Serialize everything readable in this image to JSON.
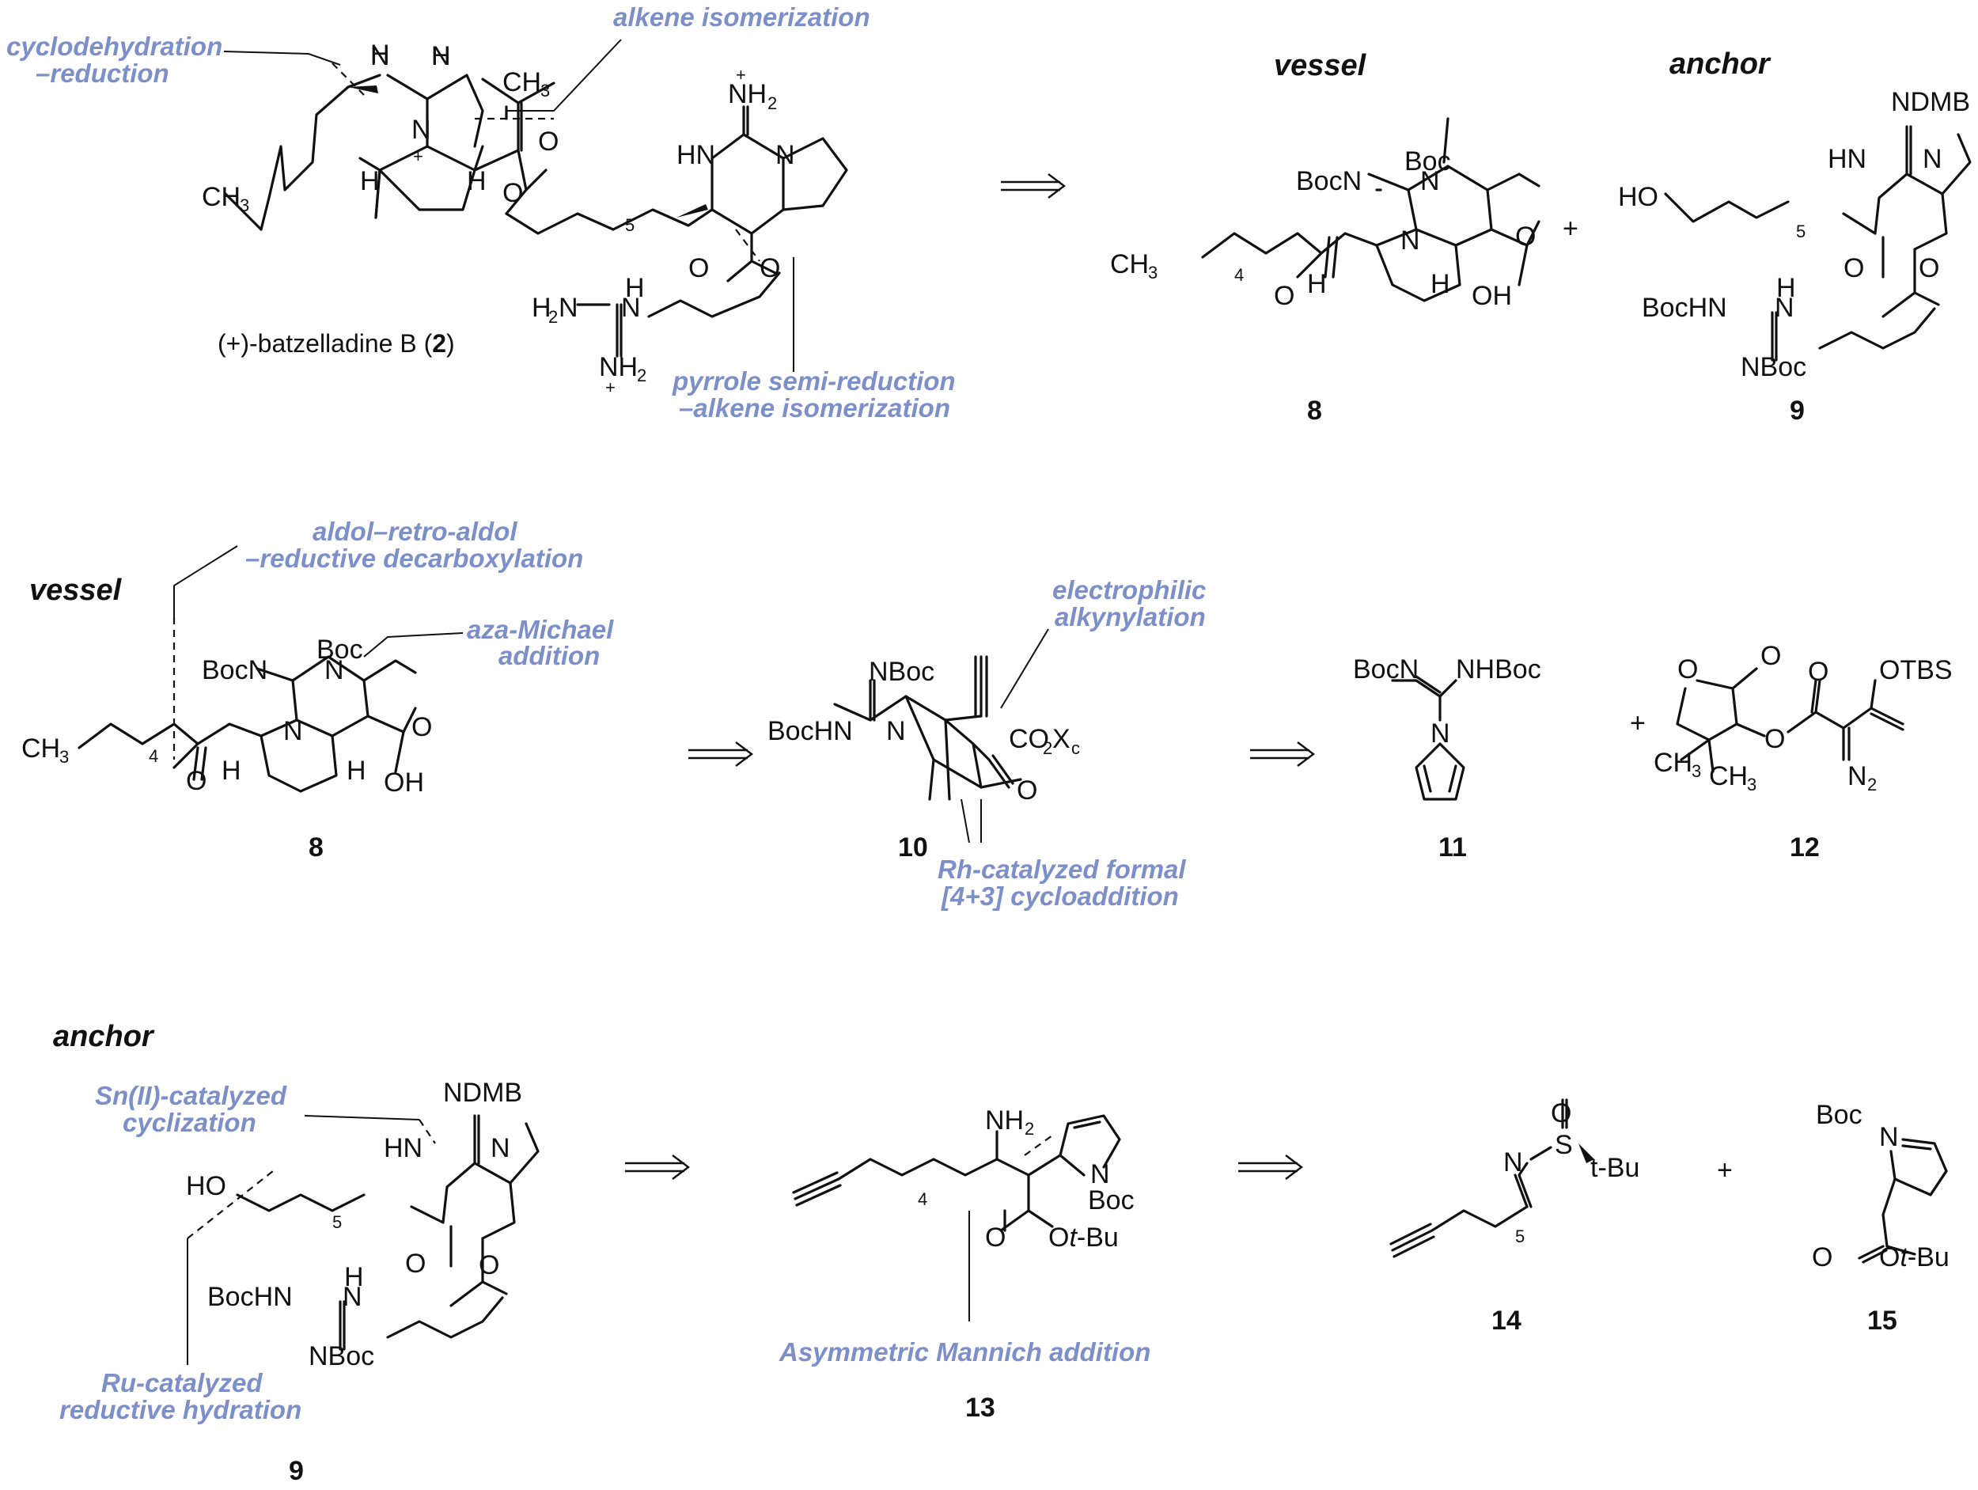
{
  "headers": {
    "vessel": "vessel",
    "anchor": "anchor"
  },
  "natural_product": {
    "name": "(+)-batzelladine B (",
    "number": "2",
    "close": ")"
  },
  "compounds": {
    "c8": "8",
    "c9": "9",
    "c10": "10",
    "c11": "11",
    "c12": "12",
    "c13": "13",
    "c14": "14",
    "c15": "15"
  },
  "annotations": {
    "cyclodehydration": [
      "cyclodehydration",
      "–reduction"
    ],
    "alkene_isomerization": "alkene isomerization",
    "pyrrole": [
      "pyrrole semi-reduction",
      "–alkene isomerization"
    ],
    "aldol": [
      "aldol–retro-aldol",
      "–reductive decarboxylation"
    ],
    "aza_michael": [
      "aza-Michael",
      "addition"
    ],
    "electrophilic": [
      "electrophilic",
      "alkynylation"
    ],
    "rh_catalyzed": [
      "Rh-catalyzed formal",
      "[4+3] cycloaddition"
    ],
    "sn_catalyzed": [
      "Sn(II)-catalyzed",
      "cyclization"
    ],
    "ru_catalyzed": [
      "Ru-catalyzed",
      "reductive hydration"
    ],
    "mannich": "Asymmetric Mannich addition"
  },
  "plus": "+",
  "colors": {
    "annotation": "#7d8fc8",
    "ink": "#111111",
    "background": "#ffffff"
  },
  "atoms": {
    "H": "H",
    "N": "N",
    "NH": "NH",
    "HN": "HN",
    "CH3": "CH",
    "three": "3",
    "two": "2",
    "O": "O",
    "OH": "OH",
    "HO": "HO",
    "NH2": "NH",
    "H2N": "H",
    "BocN": "BocN",
    "Boc": "Boc",
    "NBoc": "NBoc",
    "BocHN": "BocHN",
    "NHBoc": "NHBoc",
    "NDMB": "NDMB",
    "CO2Xc": "CO",
    "c": "c",
    "OTBS": "OTBS",
    "S": "S",
    "tBu": "t-Bu",
    "OtBu": "O",
    "tBuItal": "t",
    "Bu": "-Bu",
    "n4": "4",
    "n5": "5",
    "plus_charge": "+"
  }
}
